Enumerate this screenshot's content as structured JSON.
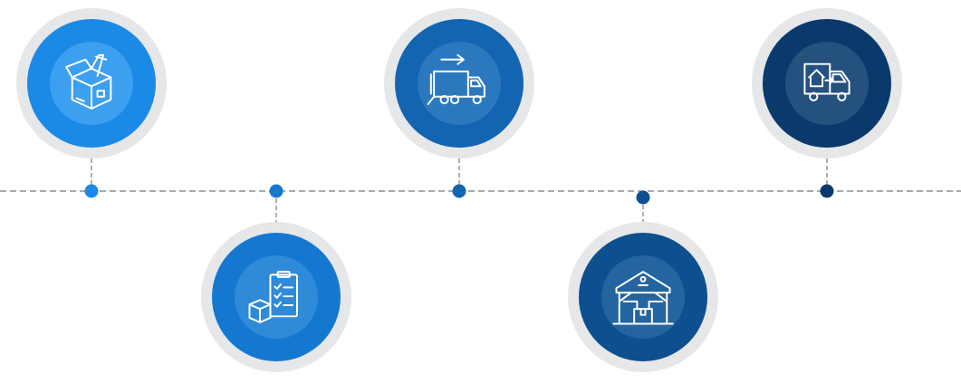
{
  "timeline": {
    "line_color": "#8a8f96",
    "ring_color": "#e6e7e9",
    "steps": [
      {
        "name": "step-packing",
        "icon": "open-box-icon",
        "color": "#1a8ae6",
        "inner": "#3d9ff0",
        "dot": "#1a8ae6",
        "position": "above"
      },
      {
        "name": "step-checklist",
        "icon": "clipboard-checklist-icon",
        "color": "#1578d0",
        "inner": "#2f8ad8",
        "dot": "#1578d0",
        "position": "below"
      },
      {
        "name": "step-shipping",
        "icon": "delivery-truck-icon",
        "color": "#1365b2",
        "inner": "#2c78be",
        "dot": "#1365b2",
        "position": "above"
      },
      {
        "name": "step-warehouse",
        "icon": "warehouse-icon",
        "color": "#0d4f8f",
        "inner": "#24649f",
        "dot": "#0d4f8f",
        "position": "below"
      },
      {
        "name": "step-delivery",
        "icon": "home-delivery-van-icon",
        "color": "#0a3a6b",
        "inner": "#24517e",
        "dot": "#0a3a6b",
        "position": "above"
      }
    ]
  }
}
